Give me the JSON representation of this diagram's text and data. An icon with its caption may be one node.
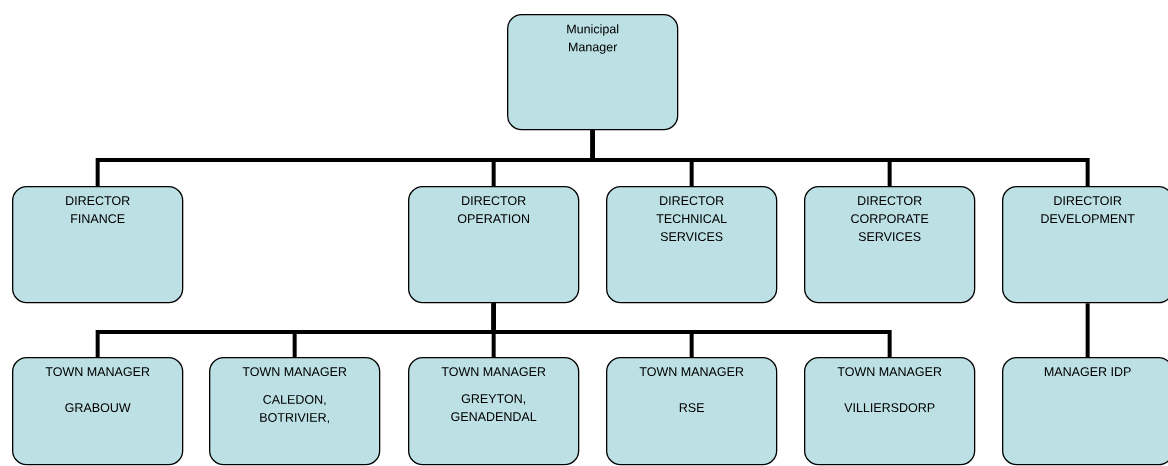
{
  "diagram": {
    "nodes": [
      {
        "text": [
          "Municipal Manager"
        ]
      },
      {
        "text": [
          "DIRECTOR FINANCE"
        ]
      },
      {
        "text": [
          "DIRECTOR OPERATION"
        ]
      },
      {
        "text": [
          "DIRECTOR TECHNICAL SERVICES"
        ]
      },
      {
        "text": [
          "DIRECTOR CORPORATE SERVICES"
        ]
      },
      {
        "text": [
          "DIRECTOIR DEVELOPMENT"
        ]
      },
      {
        "text": [
          "TOWN MANAGER",
          "GRABOUW"
        ]
      },
      {
        "text": [
          "TOWN MANAGER",
          "CALEDON, BOTRIVIER,"
        ]
      },
      {
        "text": [
          "TOWN MANAGER",
          "GREYTON, GENADENDAL"
        ]
      },
      {
        "text": [
          "TOWN MANAGER",
          "RSE"
        ]
      },
      {
        "text": [
          "TOWN MANAGER",
          "VILLIERSDORP"
        ]
      },
      {
        "text": [
          "MANAGER IDP"
        ]
      }
    ],
    "edges": [
      {
        "from": 0,
        "to": 1,
        "arrow": "none"
      },
      {
        "from": 0,
        "to": 2,
        "arrow": "none"
      },
      {
        "from": 0,
        "to": 3,
        "arrow": "none"
      },
      {
        "from": 0,
        "to": 4,
        "arrow": "none"
      },
      {
        "from": 0,
        "to": 5,
        "arrow": "none"
      },
      {
        "from": 2,
        "to": 6,
        "arrow": "none"
      },
      {
        "from": 2,
        "to": 7,
        "arrow": "none"
      },
      {
        "from": 2,
        "to": 8,
        "arrow": "none"
      },
      {
        "from": 2,
        "to": 9,
        "arrow": "none"
      },
      {
        "from": 2,
        "to": 10,
        "arrow": "none"
      },
      {
        "from": 5,
        "to": 11,
        "arrow": "none"
      }
    ]
  }
}
